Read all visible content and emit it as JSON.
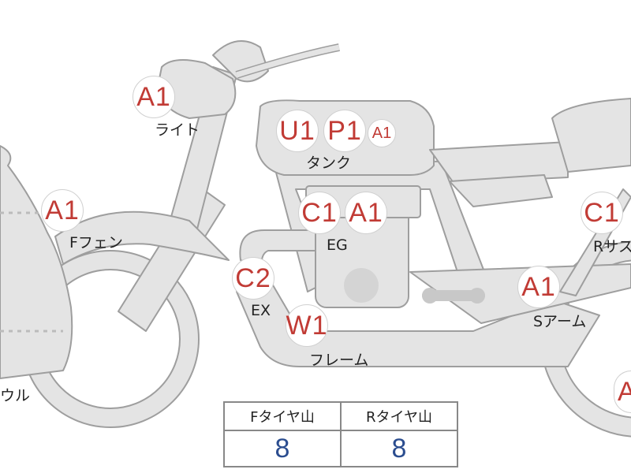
{
  "colors": {
    "part_fill": "#e4e4e4",
    "part_stroke": "#9e9e9e",
    "badge_text": "#c13b35",
    "tire_value": "#2b4d8f"
  },
  "parts": [
    {
      "id": "light",
      "badges": [
        "A1"
      ],
      "label": "ライト"
    },
    {
      "id": "tank",
      "badges": [
        "U1",
        "P1",
        "A1"
      ],
      "label": "タンク"
    },
    {
      "id": "fender",
      "badges": [
        "A1"
      ],
      "label": "Fフェン"
    },
    {
      "id": "engine",
      "badges": [
        "C1",
        "A1"
      ],
      "label": "EG"
    },
    {
      "id": "rear-suspension",
      "badges": [
        "C1"
      ],
      "label": "Rサス"
    },
    {
      "id": "exhaust",
      "badges": [
        "C2"
      ],
      "label": "EX"
    },
    {
      "id": "frame",
      "badges": [
        "W1"
      ],
      "label": "フレーム"
    },
    {
      "id": "swingarm",
      "badges": [
        "A1"
      ],
      "label": "Sアーム"
    },
    {
      "id": "cowl",
      "badges": [],
      "label": "ウル"
    },
    {
      "id": "rear-right",
      "badges": [
        "A"
      ],
      "label": ""
    }
  ],
  "tire_table": {
    "headers": [
      "Fタイヤ山",
      "Rタイヤ山"
    ],
    "values": [
      "8",
      "8"
    ]
  }
}
